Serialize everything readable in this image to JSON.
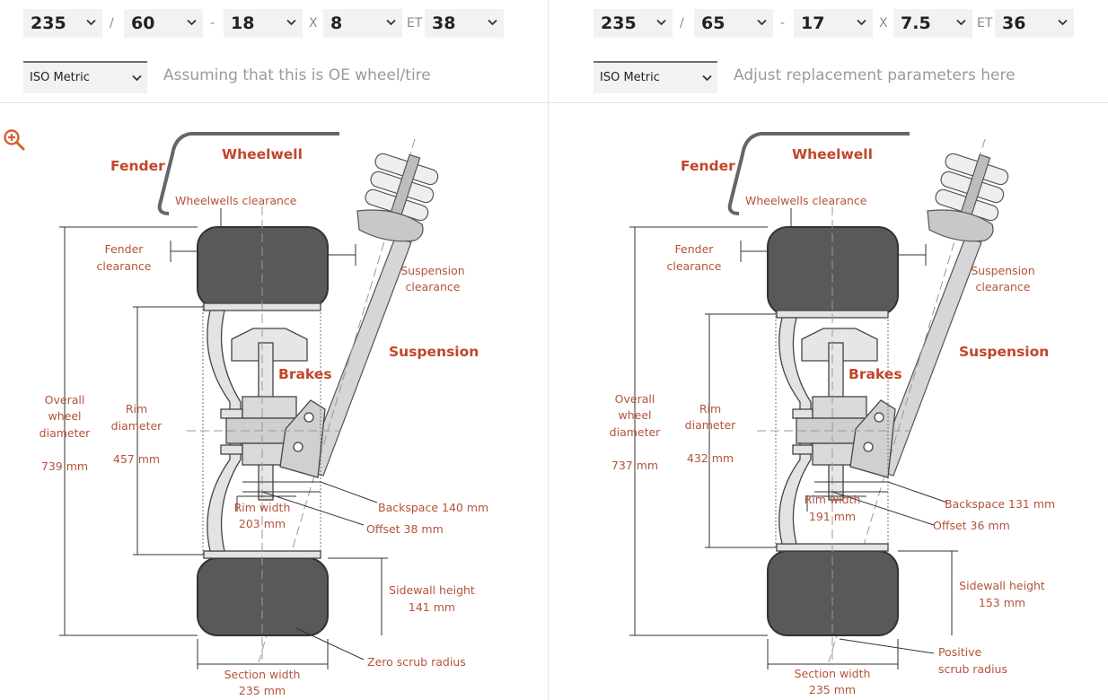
{
  "left": {
    "tire_width": "235",
    "aspect_ratio": "60",
    "rim_diameter": "18",
    "rim_width": "8",
    "et_offset": "38",
    "units": "ISO Metric",
    "hint": "Assuming that this is OE wheel/tire",
    "diagram": {
      "fender": "Fender",
      "wheelwell": "Wheelwell",
      "wheelwells_clearance": "Wheelwells clearance",
      "fender_clearance_1": "Fender",
      "fender_clearance_2": "clearance",
      "suspension_clearance_1": "Suspension",
      "suspension_clearance_2": "clearance",
      "suspension": "Suspension",
      "brakes": "Brakes",
      "overall_1": "Overall",
      "overall_2": "wheel",
      "overall_3": "diameter",
      "overall_value": "739 mm",
      "rim_diam_1": "Rim",
      "rim_diam_2": "diameter",
      "rim_diam_value": "457 mm",
      "backspace": "Backspace 140 mm",
      "offset": "Offset 38 mm",
      "rim_width_1": "Rim width",
      "rim_width_2": "203 mm",
      "sidewall_1": "Sidewall height",
      "sidewall_2": "141 mm",
      "scrub_1": "Zero scrub radius",
      "scrub_2": "",
      "section_1": "Section width",
      "section_2": "235 mm"
    }
  },
  "right": {
    "tire_width": "235",
    "aspect_ratio": "65",
    "rim_diameter": "17",
    "rim_width": "7.5",
    "et_offset": "36",
    "units": "ISO Metric",
    "hint": "Adjust replacement parameters here",
    "diagram": {
      "fender": "Fender",
      "wheelwell": "Wheelwell",
      "wheelwells_clearance": "Wheelwells clearance",
      "fender_clearance_1": "Fender",
      "fender_clearance_2": "clearance",
      "suspension_clearance_1": "Suspension",
      "suspension_clearance_2": "clearance",
      "suspension": "Suspension",
      "brakes": "Brakes",
      "overall_1": "Overall",
      "overall_2": "wheel",
      "overall_3": "diameter",
      "overall_value": "737 mm",
      "rim_diam_1": "Rim",
      "rim_diam_2": "diameter",
      "rim_diam_value": "432 mm",
      "backspace": "Backspace 131 mm",
      "offset": "Offset 36 mm",
      "rim_width_1": "Rim width",
      "rim_width_2": "191 mm",
      "sidewall_1": "Sidewall height",
      "sidewall_2": "153 mm",
      "scrub_1": "Positive",
      "scrub_2": "scrub radius",
      "section_1": "Section width",
      "section_2": "235 mm"
    }
  },
  "separators": {
    "slash": "/",
    "dash": "-",
    "x": "X",
    "et": "ET"
  },
  "icons": {
    "zoom": "zoom-in-icon",
    "chevron": "chevron-down-icon"
  },
  "colors": {
    "accent": "#c0462a",
    "label": "#b5533a",
    "tire": "#595959",
    "rim": "#e3e3e3"
  }
}
